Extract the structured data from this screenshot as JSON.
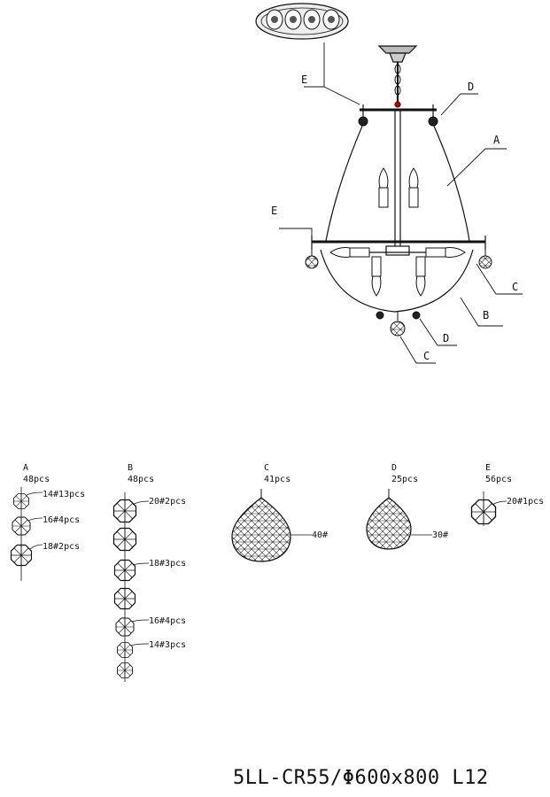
{
  "callouts": {
    "A": "A",
    "B": "B",
    "C": "C",
    "D": "D",
    "E": "E"
  },
  "parts": [
    {
      "letter": "A",
      "qty": "48pcs",
      "specs": [
        "14#13pcs",
        "16#4pcs",
        "18#2pcs"
      ]
    },
    {
      "letter": "B",
      "qty": "48pcs",
      "specs": [
        "20#2pcs",
        "18#3pcs",
        "16#4pcs",
        "14#3pcs"
      ]
    },
    {
      "letter": "C",
      "qty": "41pcs",
      "specs": [
        "40#"
      ]
    },
    {
      "letter": "D",
      "qty": "25pcs",
      "specs": [
        "30#"
      ]
    },
    {
      "letter": "E",
      "qty": "56pcs",
      "specs": [
        "20#1pcs"
      ]
    }
  ],
  "model": "5LL-CR55/Φ600x800 L12",
  "icons": [
    "octagon-prism-icon",
    "ball-drop-icon",
    "candle-bulb-icon",
    "ceiling-canopy-icon"
  ]
}
